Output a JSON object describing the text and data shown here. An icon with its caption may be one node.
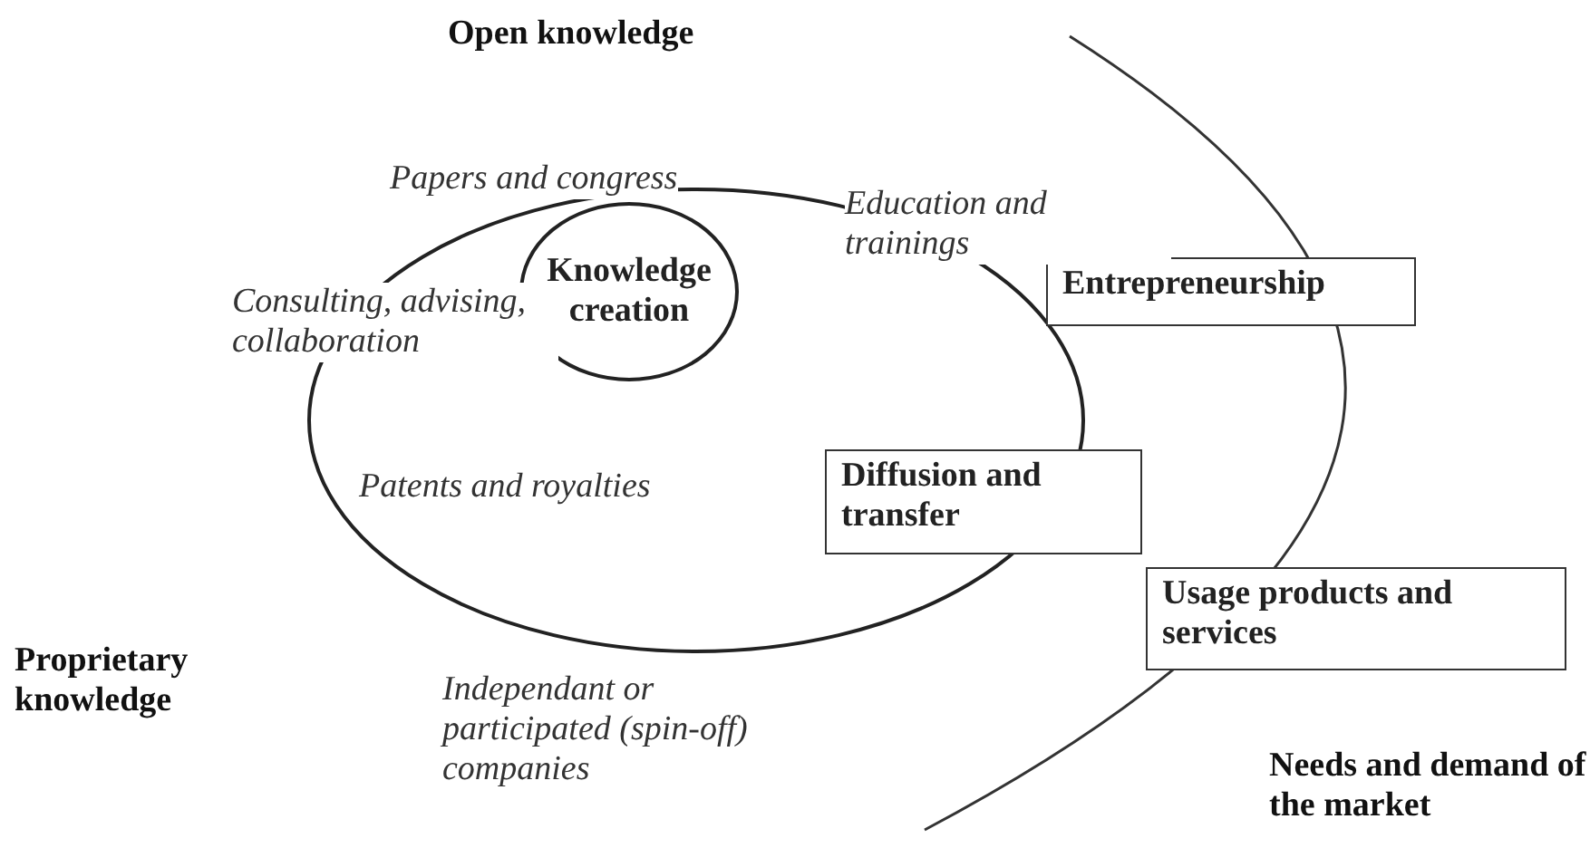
{
  "diagram": {
    "nodes": [
      {
        "text": [],
        "shape": "circle"
      },
      {
        "text": [
          "Knowledge creation"
        ],
        "in": 0
      },
      {
        "text": [
          "Entrepreneurship"
        ]
      },
      {
        "text": [
          "Diffusion and transfer"
        ]
      },
      {
        "text": [
          "Usage products and services"
        ]
      }
    ],
    "labels": [
      "Open knowledge",
      "Papers and congress",
      "Education and trainings",
      "Consulting, advising, collaboration",
      "Patents and royalties",
      "Proprietary knowledge",
      "Independant or participated (spin-off) companies",
      "Needs and demand of the market"
    ]
  }
}
